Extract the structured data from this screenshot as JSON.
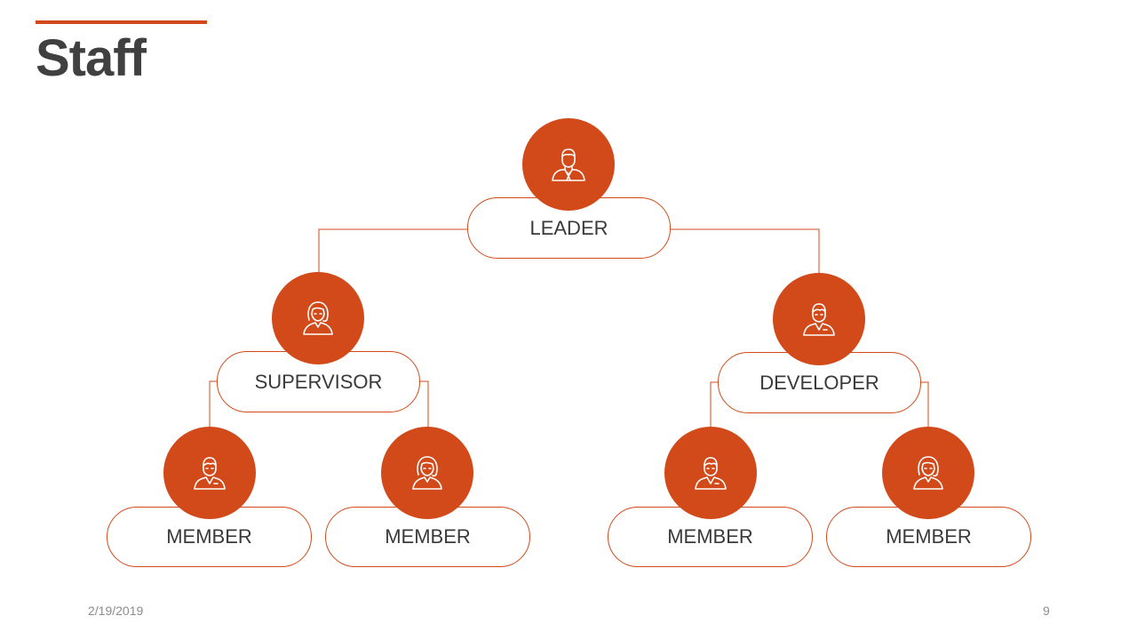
{
  "slide": {
    "title": "Staff",
    "date": "2/19/2019",
    "page_number": "9"
  },
  "colors": {
    "accent": "#D24A19",
    "title_text": "#404040",
    "label_text": "#3a3a3a",
    "footer_text": "#8c8c8c"
  },
  "org_chart": {
    "leader": {
      "label": "LEADER",
      "icon": "man-tie-icon"
    },
    "supervisor": {
      "label": "SUPERVISOR",
      "icon": "woman-icon"
    },
    "developer": {
      "label": "DEVELOPER",
      "icon": "man-icon"
    },
    "members": [
      {
        "label": "MEMBER",
        "icon": "man-icon"
      },
      {
        "label": "MEMBER",
        "icon": "woman-icon"
      },
      {
        "label": "MEMBER",
        "icon": "man-icon"
      },
      {
        "label": "MEMBER",
        "icon": "woman-icon"
      }
    ]
  }
}
